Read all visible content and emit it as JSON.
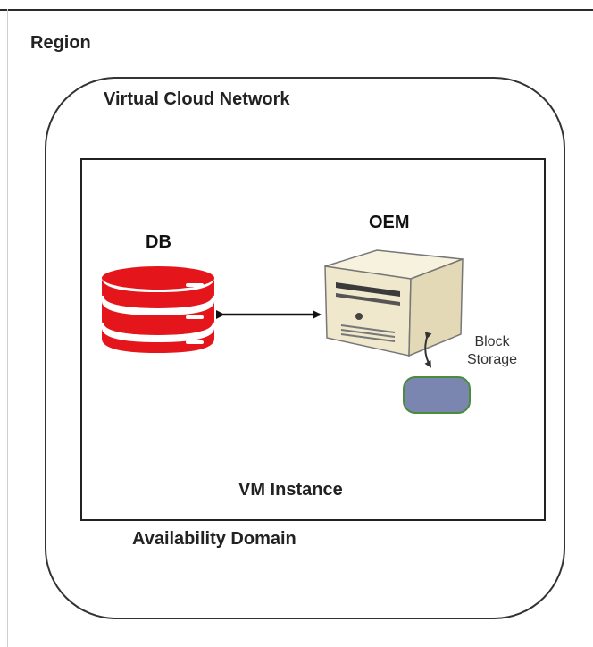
{
  "labels": {
    "region": "Region",
    "vcn": "Virtual Cloud Network",
    "availability_domain": "Availability Domain",
    "vm_instance": "VM Instance",
    "db": "DB",
    "oem": "OEM",
    "block_storage_line1": "Block",
    "block_storage_line2": "Storage"
  },
  "colors": {
    "db": "#e4161b",
    "server_body": "#f2ecd2",
    "block_storage_fill": "#7a86b0",
    "block_storage_border": "#4c8a3c"
  },
  "icons": {
    "db": "database-icon",
    "oem": "server-icon",
    "block_storage": "block-storage-icon"
  }
}
